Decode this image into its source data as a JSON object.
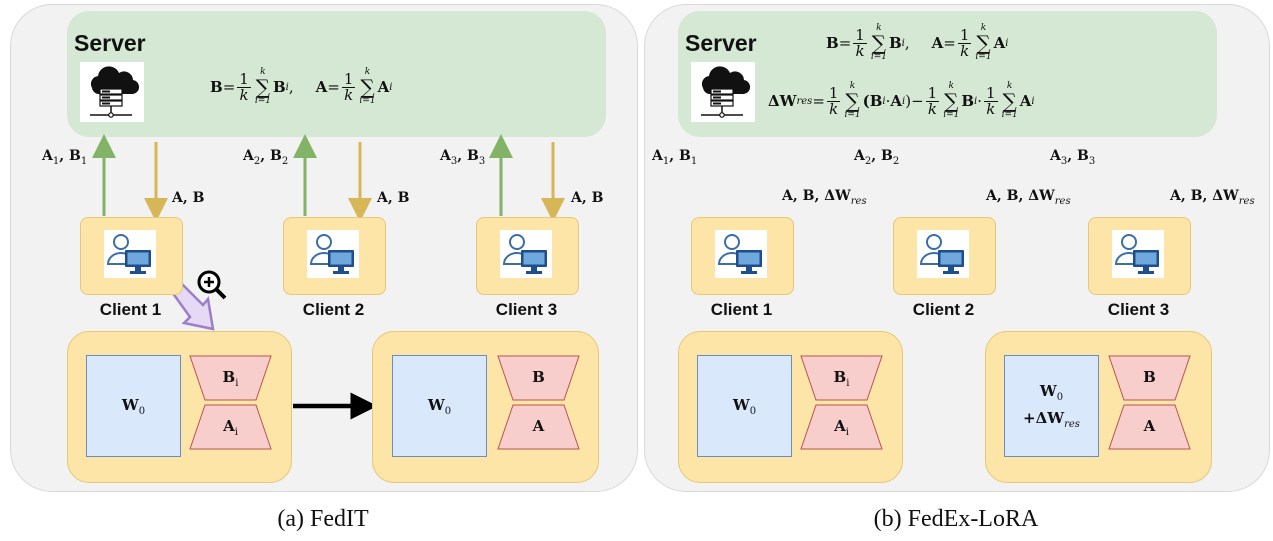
{
  "panels": [
    {
      "server_title": "Server",
      "formula_line1": {
        "b_lhs": "B",
        "eq": " = ",
        "one": "1",
        "k": "k",
        "sum_top": "k",
        "sum_bottom": "i=1",
        "b_term": "B",
        "b_sub": "i",
        "sep": ",",
        "a_lhs": "A",
        "a_term": "A",
        "a_sub": "i"
      },
      "clients": [
        {
          "label": "Client 1",
          "up_label": "A",
          "up_sub": "1",
          "up_label2": "B",
          "up_sub2": "1",
          "down_label": "A, B"
        },
        {
          "label": "Client 2",
          "up_label": "A",
          "up_sub": "2",
          "up_label2": "B",
          "up_sub2": "2",
          "down_label": "A, B"
        },
        {
          "label": "Client 3",
          "up_label": "A",
          "up_sub": "3",
          "up_label2": "B",
          "up_sub2": "3",
          "down_label": "A, B"
        }
      ],
      "left_box": {
        "w": "W",
        "w_sub": "0",
        "b": "B",
        "b_sub": "i",
        "a": "A",
        "a_sub": "i"
      },
      "right_box": {
        "w": "W",
        "w_sub": "0",
        "w_extra": "",
        "w_extra_sub": "",
        "b": "B",
        "a": "A"
      },
      "caption": "(a) FedIT"
    },
    {
      "server_title": "Server",
      "formula_line1": {
        "b_lhs": "B",
        "eq": " = ",
        "one": "1",
        "k": "k",
        "sum_top": "k",
        "sum_bottom": "i=1",
        "b_term": "B",
        "b_sub": "i",
        "sep": ",",
        "a_lhs": "A",
        "a_term": "A",
        "a_sub": "i"
      },
      "formula_line2": {
        "lhs": "ΔW",
        "lhs_sub": "res",
        "eq": " = ",
        "one": "1",
        "k": "k",
        "sum_top": "k",
        "sum_bottom": "i=1",
        "term1": "(B",
        "term1_sub": "i",
        "dot": " · ",
        "term1b": "A",
        "term1b_sub": "i",
        "close": ")",
        "minus": " − ",
        "t2": "B",
        "t2_sub": "i",
        "dot2": " · ",
        "t3": "A",
        "t3_sub": "i"
      },
      "clients": [
        {
          "label": "Client 1",
          "up_label": "A",
          "up_sub": "1",
          "up_label2": "B",
          "up_sub2": "1",
          "down_label": "A, B, ΔW",
          "down_sub": "res"
        },
        {
          "label": "Client 2",
          "up_label": "A",
          "up_sub": "2",
          "up_label2": "B",
          "up_sub2": "2",
          "down_label": "A, B, ΔW",
          "down_sub": "res"
        },
        {
          "label": "Client 3",
          "up_label": "A",
          "up_sub": "3",
          "up_label2": "B",
          "up_sub2": "3",
          "down_label": "A, B, ΔW",
          "down_sub": "res"
        }
      ],
      "left_box": {
        "w": "W",
        "w_sub": "0",
        "b": "B",
        "b_sub": "i",
        "a": "A",
        "a_sub": "i"
      },
      "right_box": {
        "w": "W",
        "w_sub": "0",
        "w_extra": "+ΔW",
        "w_extra_sub": "res",
        "b": "B",
        "a": "A"
      },
      "caption": "(b) FedEx-LoRA"
    }
  ],
  "colors": {
    "panel_bg": "#f2f2f2",
    "server_bg": "#d5e8d4",
    "client_bg": "#fce5a6",
    "up_arrow": "#82b366",
    "down_arrow": "#d6b656",
    "w_box": "#dae8fc",
    "trapezoid": "#f8cecc",
    "zoom_arrow": "#b19cd9"
  },
  "icons": [
    "cloud-server-icon",
    "user-computer-icon",
    "zoom-in-icon",
    "hollow-arrow-icon"
  ]
}
